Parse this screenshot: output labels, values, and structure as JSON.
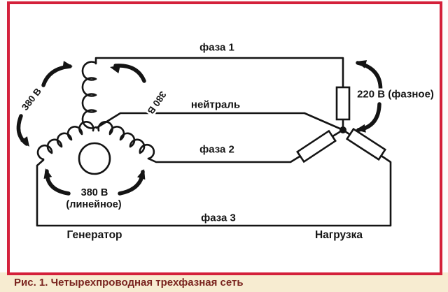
{
  "colors": {
    "frame": "#d4203a",
    "canvas": "#ffffff",
    "caption_bg": "#f7ecd1",
    "caption_text": "#7a241f",
    "ink": "#141414"
  },
  "labels": {
    "phase1": "фаза 1",
    "neutral": "нейтраль",
    "phase2": "фаза 2",
    "phase3": "фаза 3",
    "v380_left": "380 В",
    "v380_right": "380 В",
    "v380_line": "380 В",
    "v380_line_sub": "(линейное)",
    "v220": "220 В (фазное)",
    "generator": "Генератор",
    "load": "Нагрузка"
  },
  "caption": "Рис. 1. Четырехпроводная трехфазная сеть"
}
